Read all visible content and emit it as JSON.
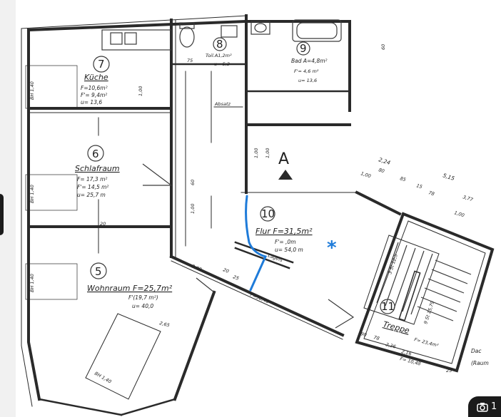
{
  "rooms": [
    {
      "id": "kitchen",
      "number": "7",
      "name": "Küche",
      "area": "F=10,6m²",
      "sub": "F'= 9,4m²",
      "perimeter": "u= 13,6"
    },
    {
      "id": "toilet",
      "number": "8",
      "name": "Toil.A1,2m²",
      "sub": "",
      "perimeter": "u= 5,3"
    },
    {
      "id": "bath",
      "number": "9",
      "name": "Bad A=4,8m²",
      "sub": "F'= 4,6 m²",
      "perimeter": "u= 13,6"
    },
    {
      "id": "bedroom",
      "number": "6",
      "name": "Schlafraum",
      "area": "F= 17,3 m²",
      "sub": "F'= 14,5 m²",
      "perimeter": "u= 25,7 m"
    },
    {
      "id": "hallway",
      "number": "10",
      "name": "Flur F=31,5m²",
      "sub": "F'= ,0m",
      "perimeter": "u= 54,0 m"
    },
    {
      "id": "living",
      "number": "5",
      "name": "Wohnraum F=25,7m²",
      "sub": "F'(19,7 m²)",
      "perimeter": "u= 40,0"
    },
    {
      "id": "stairs",
      "number": "11",
      "name": "Treppe",
      "sub": "F= 23,4m²",
      "perimeter": "F= 10,48"
    }
  ],
  "marker": {
    "letter": "A"
  },
  "window_labels": [
    "BH 1,40",
    "BH 1,40",
    "BH 1,40",
    "BH 1,40"
  ],
  "dimensions": [
    "2,24",
    "5,15",
    "80",
    "85",
    "15",
    "78",
    "3,77",
    "1,00",
    "1,00",
    "1,00",
    "75",
    "60",
    "1,00",
    "1,00",
    "1,00",
    "60",
    "2,65",
    "2,00",
    "20",
    "25",
    "2,16",
    "90",
    "78"
  ],
  "annotations": [
    "Absatz",
    "Lagefs",
    "F=30,48",
    "2,36",
    "25",
    "20"
  ],
  "stair_annotations": [
    "3 St 12,5",
    "9 St 15,79"
  ],
  "edge_labels": [
    "Dac",
    "(Raum"
  ],
  "blue_star": "*",
  "camera_badge": {
    "icon": "camera-icon",
    "text": "1"
  },
  "colors": {
    "wall": "#2a2a2a",
    "annotation": "#1e7bd9",
    "badge": "#1b1b1b"
  }
}
